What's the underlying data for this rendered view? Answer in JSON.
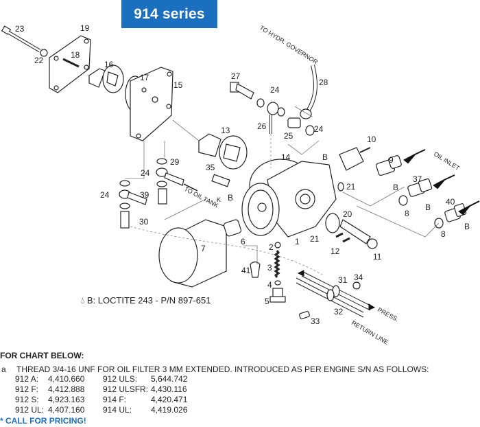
{
  "title": "914 series",
  "colors": {
    "accent": "#1a6fbf",
    "line": "#222222"
  },
  "diagram": {
    "annotations": {
      "to_hydr_governor": "TO HYDR. GOVERNOR",
      "oil_inlet": "OIL INLET",
      "to_oil_tank": "TO OIL TANK",
      "press": "PRESS.",
      "return_line": "RETURN LINE",
      "b_mark": "B",
      "k_mark": "K"
    },
    "callouts": [
      "1",
      "2",
      "3",
      "4",
      "5",
      "6",
      "7",
      "8",
      "8",
      "9",
      "10",
      "11",
      "12",
      "13",
      "14",
      "15",
      "16",
      "17",
      "18",
      "19",
      "20",
      "21",
      "21",
      "22",
      "23",
      "24",
      "24",
      "24",
      "24",
      "25",
      "26",
      "27",
      "28",
      "29",
      "30",
      "31",
      "32",
      "33",
      "34",
      "35",
      "37",
      "39",
      "40",
      "41"
    ]
  },
  "legend": {
    "symbol": "drop-icon",
    "text": "B:  LOCTITE 243 - P/N 897-651"
  },
  "notes": {
    "header": "FOR CHART BELOW:",
    "item_a": {
      "mark": "a",
      "text": "THREAD 3/4-16 UNF FOR OIL FILTER 3 MM EXTENDED. INTRODUCED AS PER ENGINE S/N AS FOLLOWS:"
    },
    "serials": [
      {
        "model": "912 A:",
        "sn": "4,410.660",
        "model2": "912 ULS:",
        "sn2": "5,644.742"
      },
      {
        "model": "912 F:",
        "sn": "4,412.888",
        "model2": "912 ULSFR:",
        "sn2": "4,430.116"
      },
      {
        "model": "912 S:",
        "sn": "4,923.163",
        "model2": "914 F:",
        "sn2": "4,420.471"
      },
      {
        "model": "912 UL:",
        "sn": "4,407.160",
        "model2": "914 UL:",
        "sn2": "4,419.026"
      }
    ],
    "pricing": "* CALL FOR PRICING!"
  }
}
